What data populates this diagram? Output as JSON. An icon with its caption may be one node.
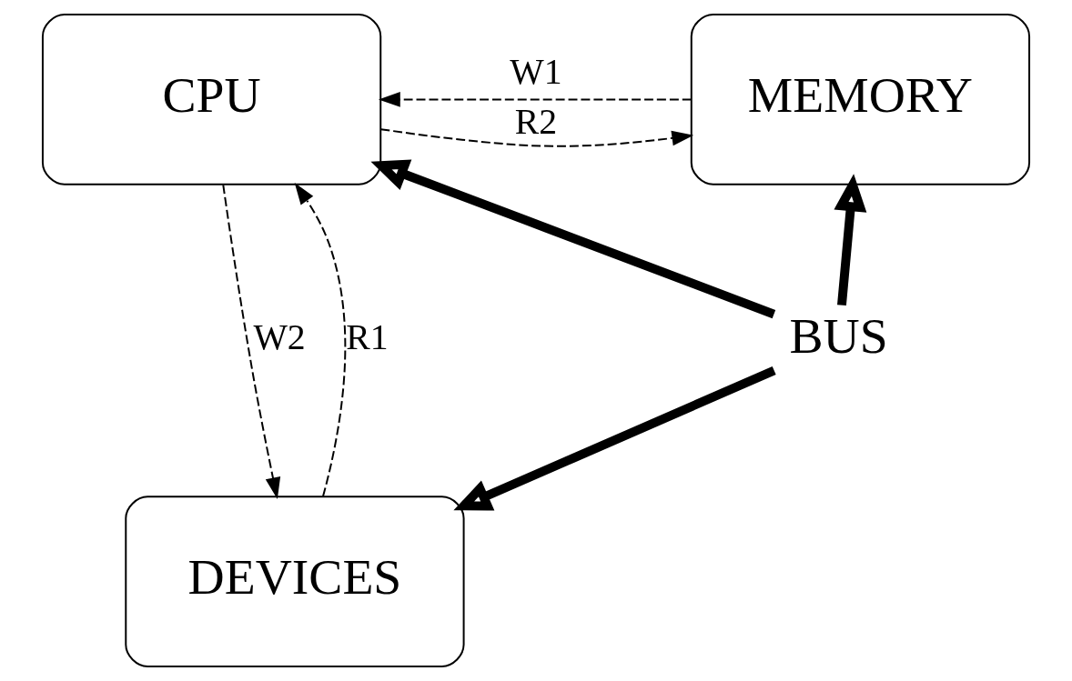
{
  "diagram": {
    "nodes": [
      {
        "text": [
          "CPU"
        ]
      },
      {
        "text": [
          "MEMORY"
        ]
      },
      {
        "text": [
          "DEVICES"
        ]
      },
      {
        "text": [
          "BUS"
        ]
      }
    ],
    "edges": [
      {
        "from": 1,
        "to": 0,
        "arrow": "to",
        "style": "dashed",
        "label": "W1"
      },
      {
        "from": 0,
        "to": 1,
        "arrow": "to",
        "style": "dashed",
        "label": "R2"
      },
      {
        "from": 2,
        "to": 0,
        "arrow": "to",
        "style": "dashed",
        "label": "R1"
      },
      {
        "from": 0,
        "to": 2,
        "arrow": "to",
        "style": "dashed",
        "label": "W2"
      },
      {
        "from": 3,
        "to": 0,
        "arrow": "to",
        "style": "thick"
      },
      {
        "from": 3,
        "to": 1,
        "arrow": "to",
        "style": "thick"
      },
      {
        "from": 3,
        "to": 2,
        "arrow": "to",
        "style": "thick"
      }
    ]
  }
}
